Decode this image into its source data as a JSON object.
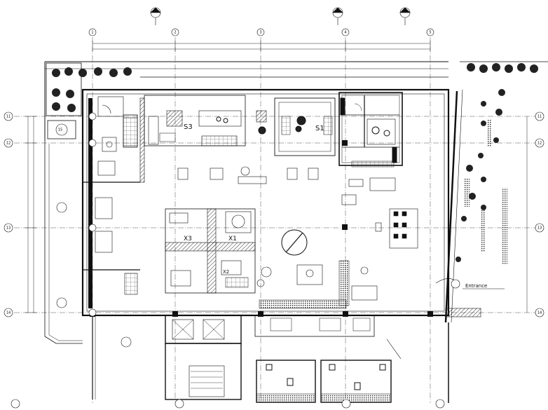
{
  "zones": {
    "s3": "S3",
    "s1": "S1",
    "x3": "X3",
    "x1": "X1",
    "x2": "X2",
    "entrance": "Entrance"
  },
  "axis_bubbles": {
    "left": [
      "11",
      "12",
      "13",
      "14",
      "15"
    ],
    "right": [
      "11",
      "12",
      "13",
      "14"
    ],
    "top": [
      "1",
      "2",
      "3",
      "4",
      "5"
    ]
  },
  "colors": {
    "line": "#111111",
    "hatch": "#333333",
    "tree": "#222222"
  }
}
